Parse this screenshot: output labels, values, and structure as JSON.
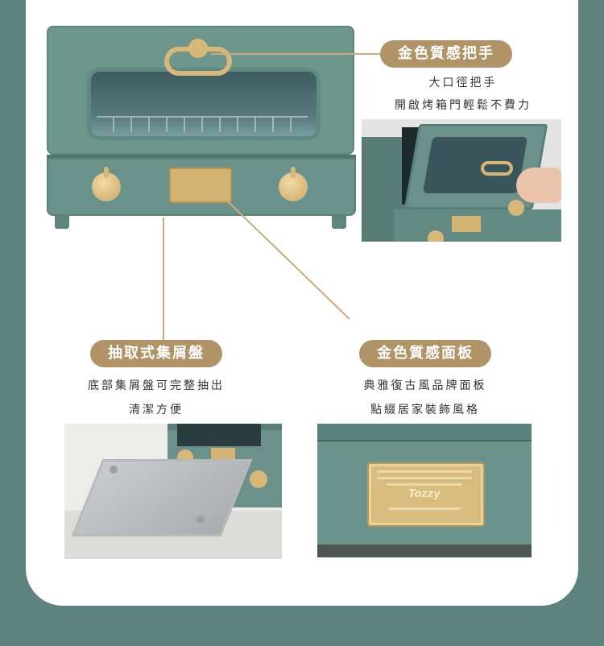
{
  "features": {
    "handle": {
      "title": "金色質感把手",
      "line1": "大口徑把手",
      "line2": "開啟烤箱門輕鬆不費力"
    },
    "crumb_tray": {
      "title": "抽取式集屑盤",
      "line1": "底部集屑盤可完整抽出",
      "line2": "清潔方便"
    },
    "nameplate": {
      "title": "金色質感面板",
      "line1": "典雅復古風品牌面板",
      "line2": "點綴居家裝飾風格"
    }
  },
  "brand": {
    "logo_text": "Tozzy"
  },
  "colors": {
    "background": "#5e837f",
    "card": "#ffffff",
    "accent_gold": "#b09366",
    "toaster_green": "#6f968d"
  }
}
